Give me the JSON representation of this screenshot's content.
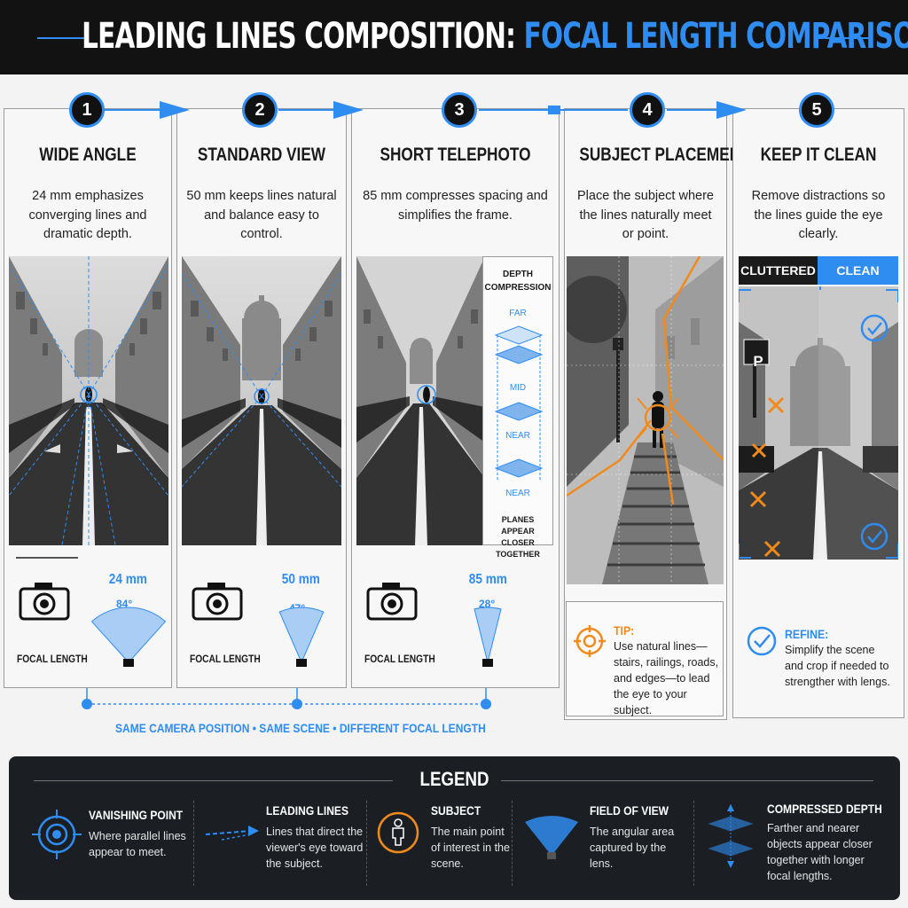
{
  "header": {
    "title_main": "LEADING LINES COMPOSITION:",
    "title_accent": "FOCAL LENGTH COMPARISON"
  },
  "panels": [
    {
      "num": "1",
      "title": "WIDE ANGLE",
      "desc": "24 mm emphasizes converging lines and dramatic depth.",
      "mm": "24 mm",
      "deg": "84°",
      "fov": 84,
      "focal_label": "FOCAL LENGTH"
    },
    {
      "num": "2",
      "title": "STANDARD VIEW",
      "desc": "50 mm keeps lines natural and balance easy to control.",
      "mm": "50 mm",
      "deg": "47°",
      "fov": 47,
      "focal_label": "FOCAL LENGTH"
    },
    {
      "num": "3",
      "title": "SHORT TELEPHOTO",
      "desc": "85 mm compresses spacing and simplifies the frame.",
      "mm": "85 mm",
      "deg": "28°",
      "fov": 28,
      "focal_label": "FOCAL LENGTH"
    },
    {
      "num": "4",
      "title": "SUBJECT PLACEMENT",
      "desc": "Place the subject where the lines naturally meet or point."
    },
    {
      "num": "5",
      "title": "KEEP IT CLEAN",
      "desc": "Remove distractions so the lines guide the eye clearly."
    }
  ],
  "depth_compression": {
    "title": "DEPTH COMPRESSION",
    "far": "FAR",
    "mid": "MID",
    "near_top": "NEAR",
    "near": "NEAR",
    "caption": "PLANES APPEAR CLOSER TOGETHER"
  },
  "clean_compare": {
    "cluttered": "CLUTTERED",
    "clean": "CLEAN",
    "sign": "P"
  },
  "tip": {
    "head": "TIP:",
    "body": "Use natural lines—stairs, railings, roads, and edges—to lead the eye to your subject."
  },
  "refine": {
    "head": "REFINE:",
    "body": "Simplify the scene and crop if needed to strengther with lengs."
  },
  "same_caption": "SAME CAMERA POSITION • SAME SCENE • DIFFERENT FOCAL LENGTH",
  "legend": {
    "title": "LEGEND",
    "items": [
      {
        "name": "VANISHING POINT",
        "desc": "Where parallel lines appear to meet."
      },
      {
        "name": "LEADING LINES",
        "desc": "Lines that direct the viewer's eye toward the subject."
      },
      {
        "name": "SUBJECT",
        "desc": "The main point of interest in the scene."
      },
      {
        "name": "FIELD OF VIEW",
        "desc": "The angular area captured by the lens."
      },
      {
        "name": "COMPRESSED DEPTH",
        "desc": "Farther and nearer objects appear closer together with longer focal lengths."
      }
    ]
  },
  "colors": {
    "accent": "#2f8cf0",
    "orange": "#f08a1c",
    "dark": "#121212"
  }
}
